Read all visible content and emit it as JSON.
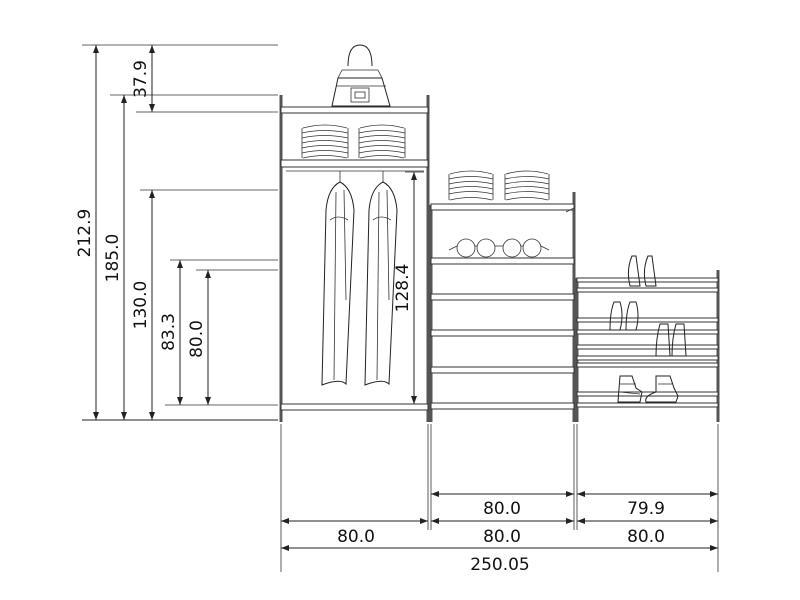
{
  "vertical_dimensions": {
    "total_height": "212.9",
    "height_185": "185.0",
    "height_130": "130.0",
    "height_83": "83.3",
    "height_80": "80.0",
    "top_clearance": "37.9",
    "hanging_height": "128.4"
  },
  "horizontal_dimensions": {
    "unit1_width": "80.0",
    "unit2_upper_width": "80.0",
    "unit2_lower_width": "80.0",
    "unit3_upper_width": "79.9",
    "unit3_lower_width": "80.0",
    "overall_width": "250.05"
  },
  "icons": [
    "handbag-icon",
    "folded-clothes-icon",
    "hanging-coat-icon",
    "glasses-icon",
    "high-heel-icon",
    "sneaker-icon"
  ]
}
